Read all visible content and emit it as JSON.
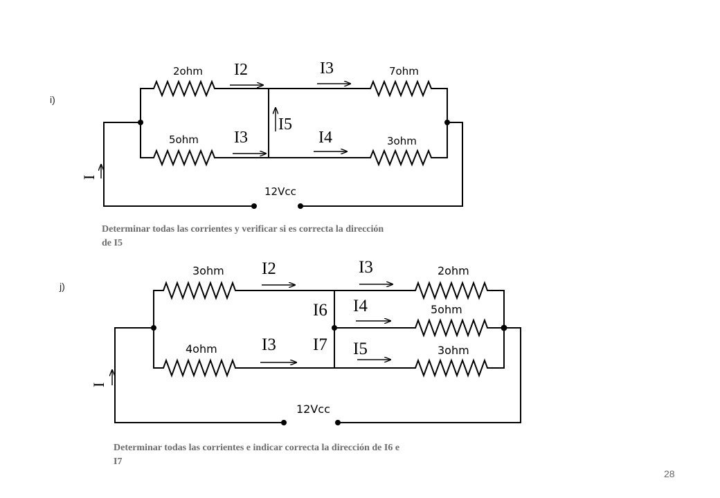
{
  "circuit_i": {
    "section_label": "i)",
    "r1": "2ohm",
    "r2": "5ohm",
    "r3": "7ohm",
    "r4": "3ohm",
    "i2": "I2",
    "i3_top": "I3",
    "i3_bottom": "I3",
    "i4": "I4",
    "i5": "I5",
    "i_source": "I",
    "source": "12Vcc",
    "caption_line1": "Determinar todas las corrientes y  verificar si es correcta la dirección",
    "caption_line2": "de I5"
  },
  "circuit_j": {
    "section_label": "j)",
    "r1": "3ohm",
    "r2": "4ohm",
    "r3": "2ohm",
    "r4": "5ohm",
    "r5": "3ohm",
    "i2": "I2",
    "i3_top": "I3",
    "i3_bottom": "I3",
    "i4": "I4",
    "i5": "I5",
    "i6": "I6",
    "i7": "I7",
    "i_source": "I",
    "source": "12Vcc",
    "caption_line1": "Determinar todas las corrientes e indicar correcta la dirección de I6 e",
    "caption_line2": "I7"
  },
  "page_number": "28"
}
